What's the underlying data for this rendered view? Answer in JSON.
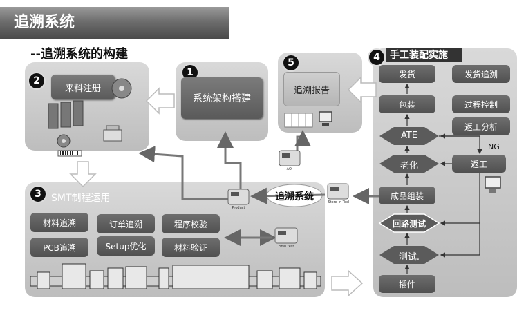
{
  "header": {
    "title": "追溯系统",
    "subtitle": "--追溯系统的构建"
  },
  "panels": {
    "p1": {
      "number": "1",
      "label": "系统架构搭建"
    },
    "p2": {
      "number": "2",
      "label": "来料注册"
    },
    "p3": {
      "number": "3",
      "label": "SMT制程运用",
      "items": [
        "材料追溯",
        "订单追溯",
        "程序校验",
        "PCB追溯",
        "Setup优化",
        "材料验证"
      ]
    },
    "p4": {
      "number": "4",
      "label": "手工装配实施",
      "flow": [
        "发货",
        "包装",
        "ATE",
        "老化",
        "成品组装",
        "回路测试",
        "测试.",
        "插件"
      ],
      "side": [
        "发货追溯",
        "过程控制",
        "返工分析",
        "返工"
      ],
      "ng": "NG"
    },
    "p5": {
      "number": "5",
      "label": "追溯报告"
    }
  },
  "center": {
    "label": "追溯系统"
  },
  "devices": [
    "Product",
    "Final test",
    "AOI",
    "Store-in Tool"
  ],
  "colors": {
    "dark_box": "#666666",
    "panel": "#cccccc",
    "arrow": "#777777"
  }
}
